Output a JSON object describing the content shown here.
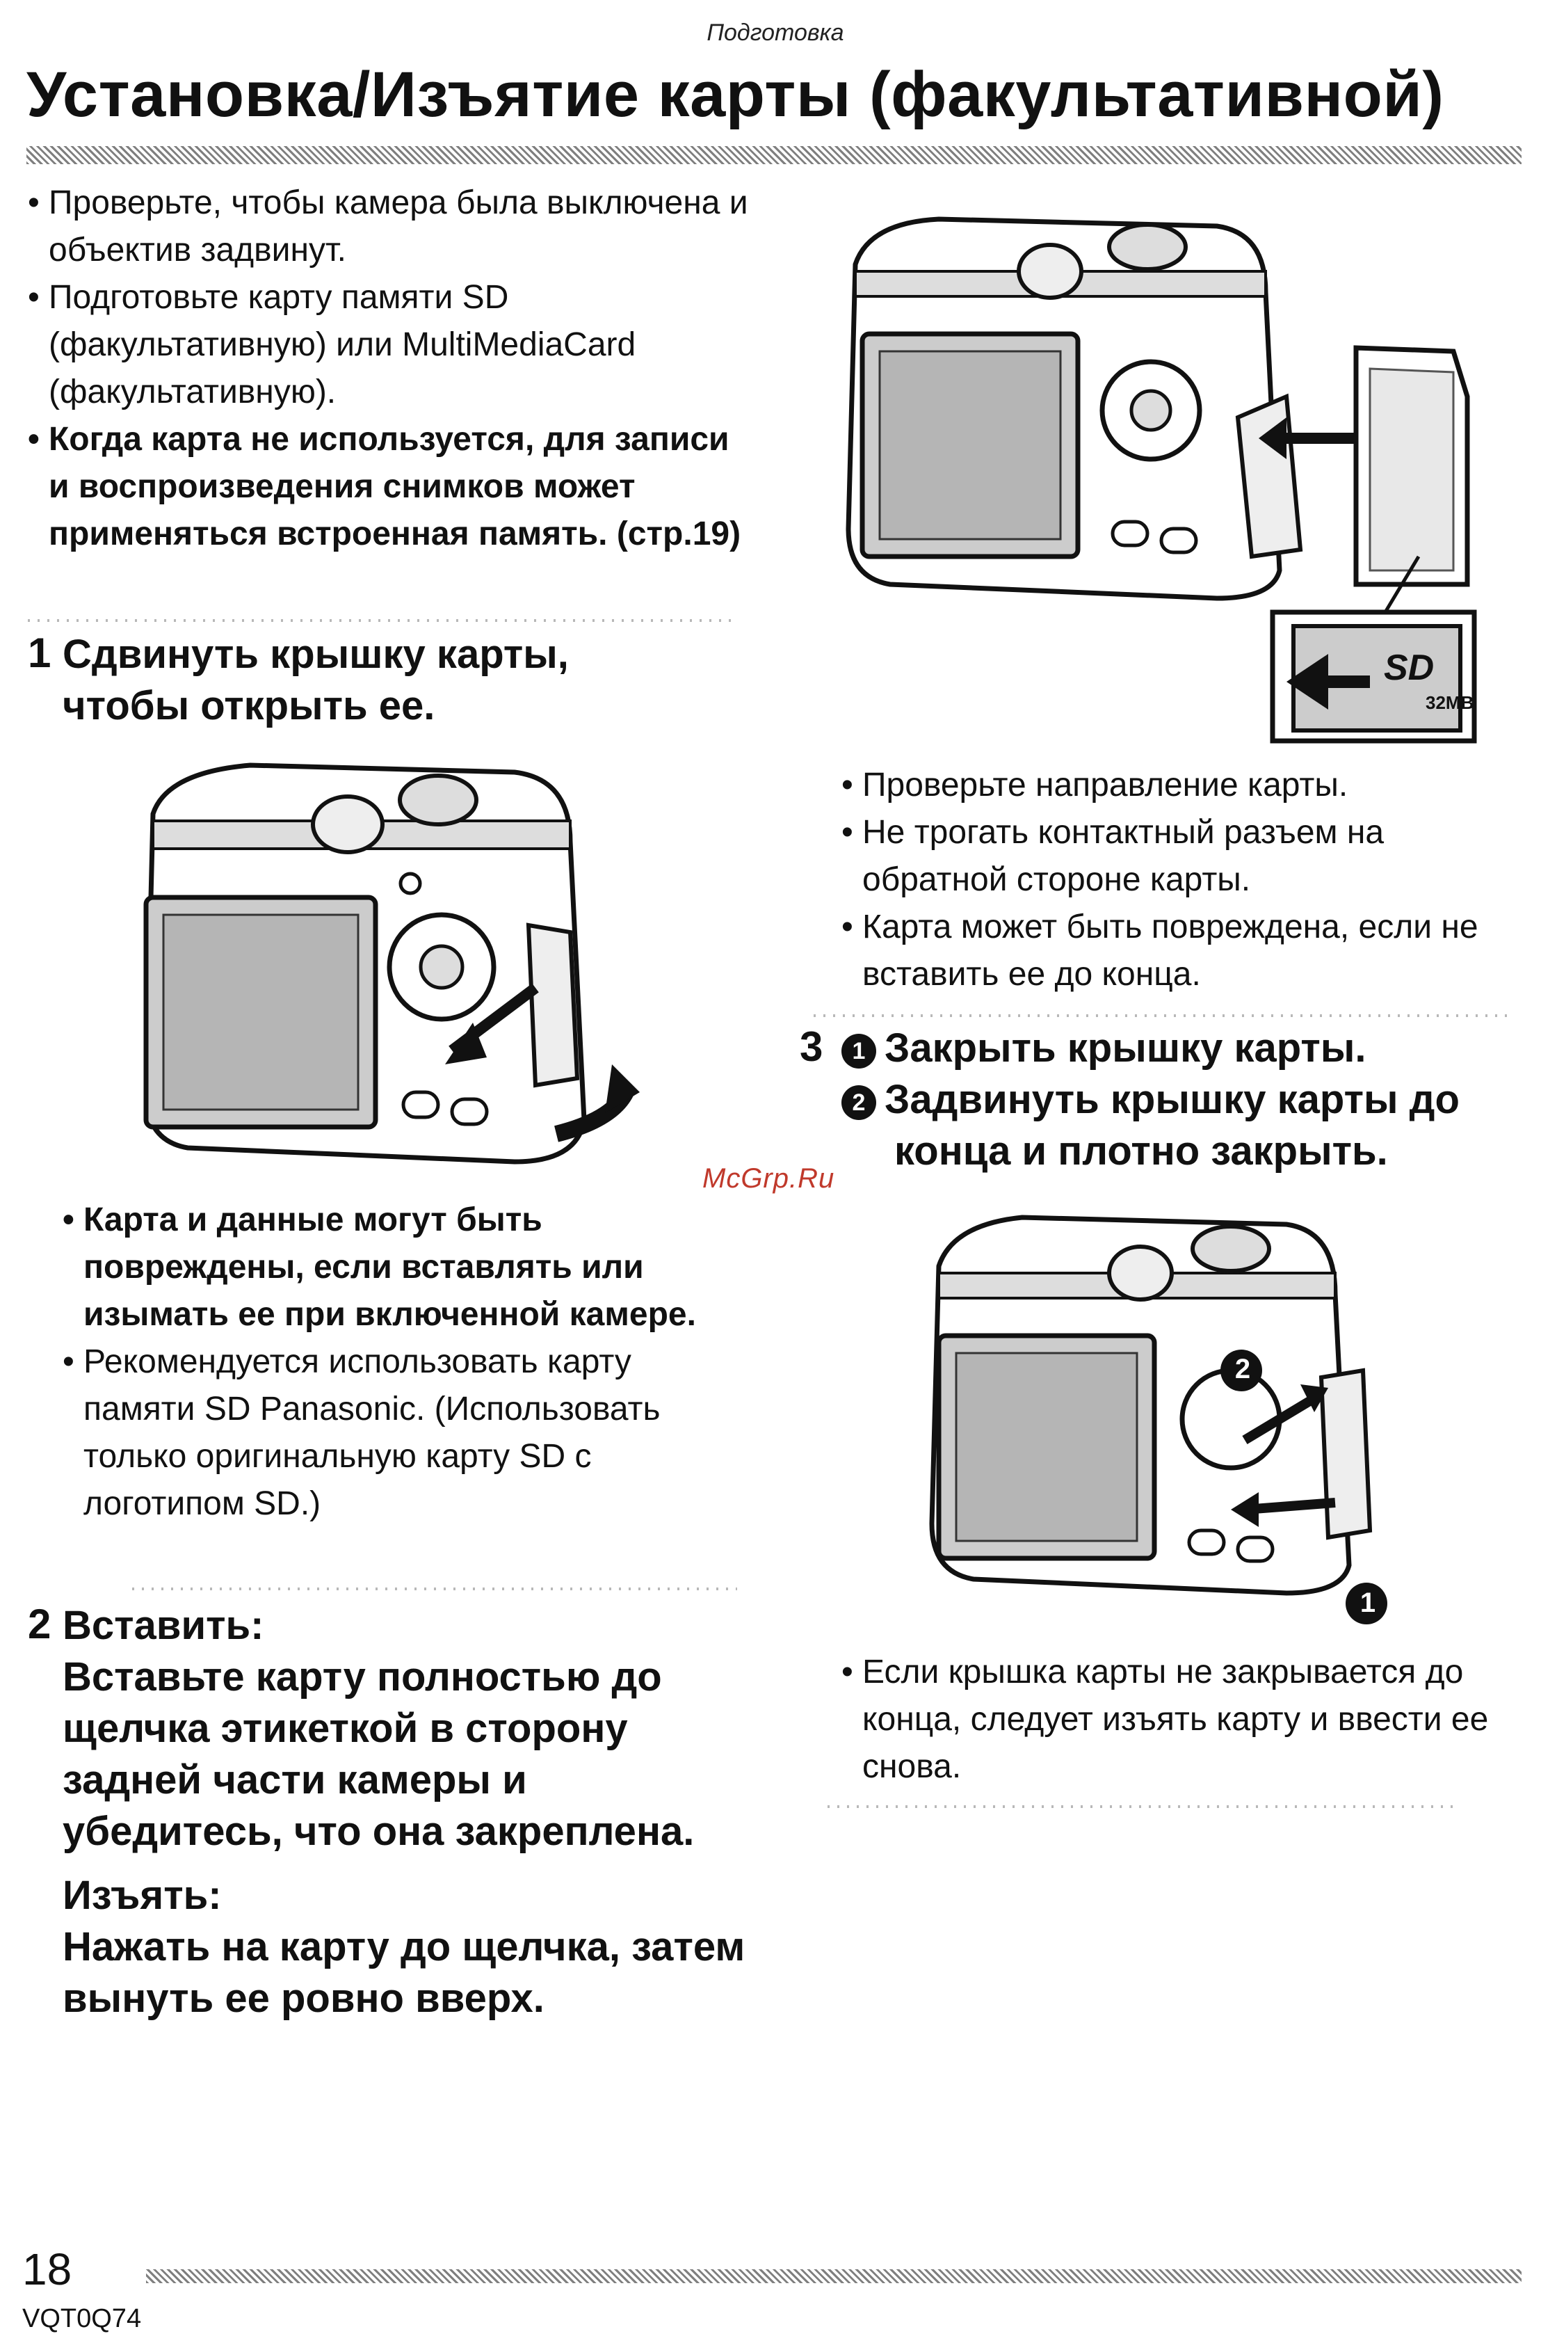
{
  "header": {
    "section": "Подготовка",
    "title": "Установка/Изъятие карты (факультативной)"
  },
  "intro": {
    "bullets": [
      "Проверьте, чтобы камера была выключена и объектив задвинут.",
      "Подготовьте карту памяти SD (факультативную) или MultiMediaCard (факультативную)."
    ],
    "bold_bullet": "Когда карта не используется, для записи и воспроизведения снимков может применяться встроенная память. (стр.19)"
  },
  "step1": {
    "number": "1",
    "text_line1": "Сдвинуть крышку карты,",
    "text_line2": "чтобы открыть ее.",
    "bold_bullet": "Карта и данные могут быть повреждены, если вставлять или изымать ее при включенной камере.",
    "bullet": "Рекомендуется использовать карту памяти SD Panasonic. (Использовать только оригинальную карту SD с логотипом SD.)"
  },
  "step2": {
    "number": "2",
    "insert_heading": "Вставить:",
    "insert_text": "Вставьте карту полностью до щелчка этикеткой в сторону задней части камеры и убедитесь, что она закреплена.",
    "remove_heading": "Изъять:",
    "remove_text": "Нажать на карту до щелчка, затем вынуть ее ровно вверх."
  },
  "right_col": {
    "card_logo": "SD",
    "card_capacity": "32MB",
    "bullets": [
      "Проверьте направление карты.",
      "Не трогать контактный разъем на обратной стороне карты.",
      "Карта может быть повреждена, если не вставить ее до конца."
    ]
  },
  "step3": {
    "number": "3",
    "sub1_marker": "1",
    "sub1": "Закрыть крышку карты.",
    "sub2_marker": "2",
    "sub2_line1": "Задвинуть крышку карты до",
    "sub2_line2": "конца и плотно закрыть.",
    "callout1": "1",
    "callout2": "2",
    "bullet": "Если крышка карты не закрывается до конца, следует изъять карту и ввести ее снова."
  },
  "watermark": "McGrp.Ru",
  "footer": {
    "page_number": "18",
    "code": "VQT0Q74"
  }
}
